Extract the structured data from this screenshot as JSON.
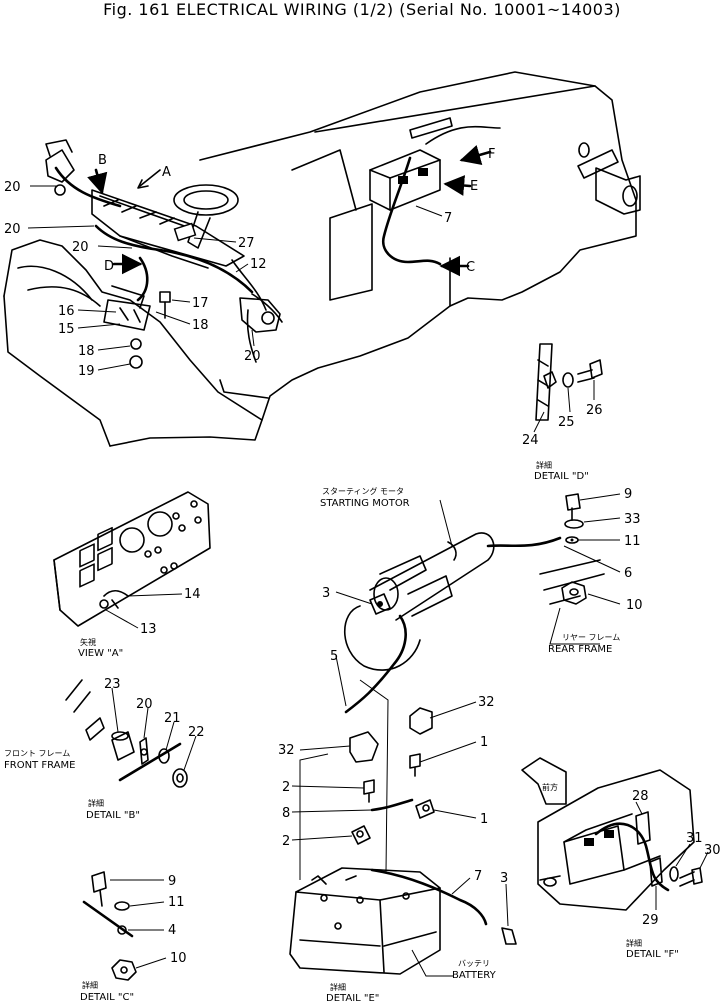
{
  "figure": {
    "title": "Fig. 161 ELECTRICAL WIRING (1/2) (Serial No. 10001~14003)"
  },
  "overview": {
    "pointers": [
      "A",
      "B",
      "D",
      "F",
      "E",
      "C"
    ],
    "parts": [
      "20",
      "20",
      "20",
      "16",
      "15",
      "18",
      "19",
      "27",
      "12",
      "17",
      "18",
      "20",
      "7"
    ]
  },
  "view_a": {
    "caption_jp": "矢視",
    "caption": "VIEW \"A\"",
    "parts": [
      "14",
      "13"
    ]
  },
  "detail_b": {
    "label_jp": "フロント フレーム",
    "label": "FRONT FRAME",
    "caption_jp": "詳細",
    "caption": "DETAIL \"B\"",
    "parts": [
      "23",
      "20",
      "21",
      "22"
    ]
  },
  "detail_c": {
    "caption_jp": "詳細",
    "caption": "DETAIL \"C\"",
    "parts": [
      "9",
      "11",
      "4",
      "10"
    ]
  },
  "detail_d": {
    "caption_jp": "詳細",
    "caption": "DETAIL \"D\"",
    "parts": [
      "24",
      "25",
      "26"
    ]
  },
  "starting_motor": {
    "label_jp": "スターティング モータ",
    "label": "STARTING MOTOR",
    "rear_frame_jp": "リヤー フレーム",
    "rear_frame": "REAR FRAME",
    "parts": [
      "9",
      "33",
      "11",
      "6",
      "10",
      "3",
      "5"
    ]
  },
  "detail_e": {
    "battery_jp": "バッテリ",
    "battery": "BATTERY",
    "caption_jp": "詳細",
    "caption": "DETAIL \"E\"",
    "parts": [
      "32",
      "32",
      "1",
      "2",
      "8",
      "1",
      "2",
      "7",
      "3"
    ]
  },
  "detail_f": {
    "direction_jp": "前方",
    "caption_jp": "詳細",
    "caption": "DETAIL \"F\"",
    "parts": [
      "28",
      "31",
      "30",
      "29"
    ]
  }
}
